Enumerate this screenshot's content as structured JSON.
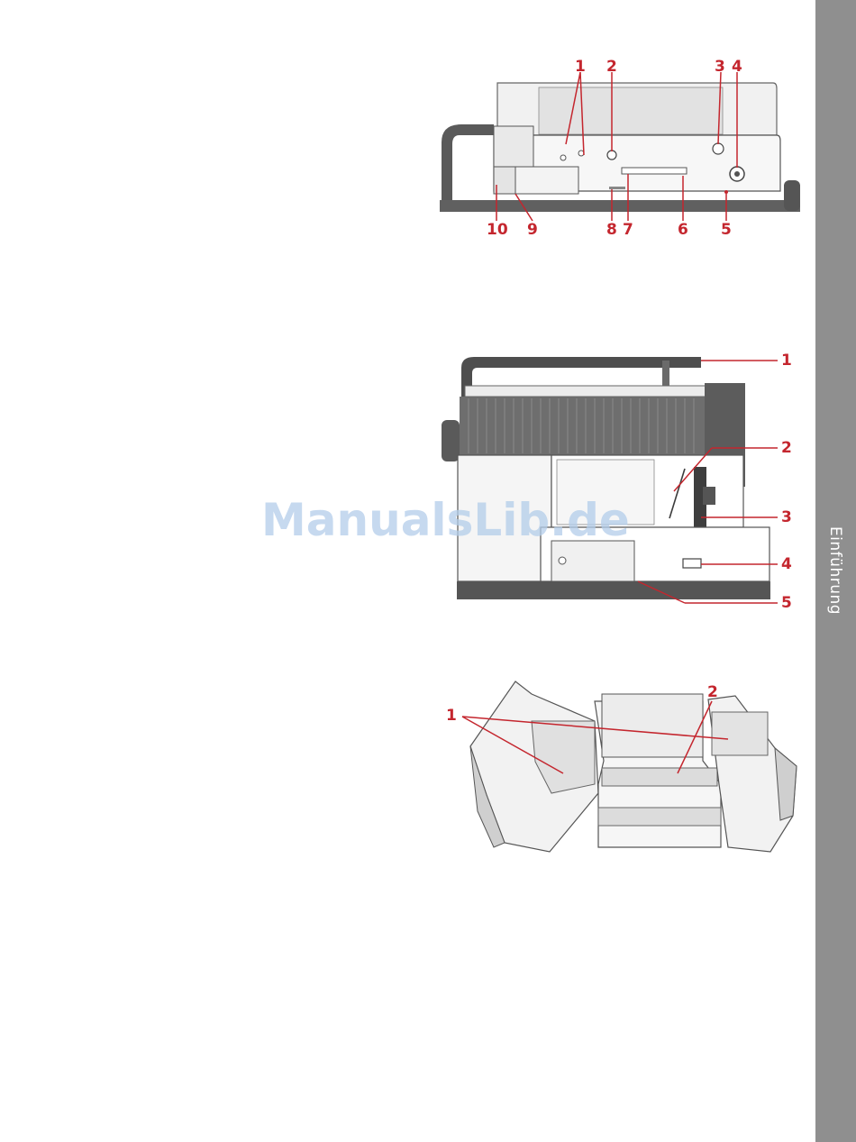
{
  "sidebar": {
    "label": "Einführung"
  },
  "watermark": "ManualsLib.de",
  "figure1": {
    "callouts": [
      "1",
      "2",
      "3",
      "4",
      "10",
      "9",
      "8",
      "7",
      "6",
      "5"
    ]
  },
  "figure2": {
    "callouts": [
      "1",
      "2",
      "3",
      "4",
      "5"
    ]
  },
  "figure3": {
    "callouts": [
      "1",
      "2"
    ]
  },
  "colors": {
    "callout": "#c4262e",
    "sidebar": "#8f8f8f",
    "watermark": "#b3cdea"
  }
}
